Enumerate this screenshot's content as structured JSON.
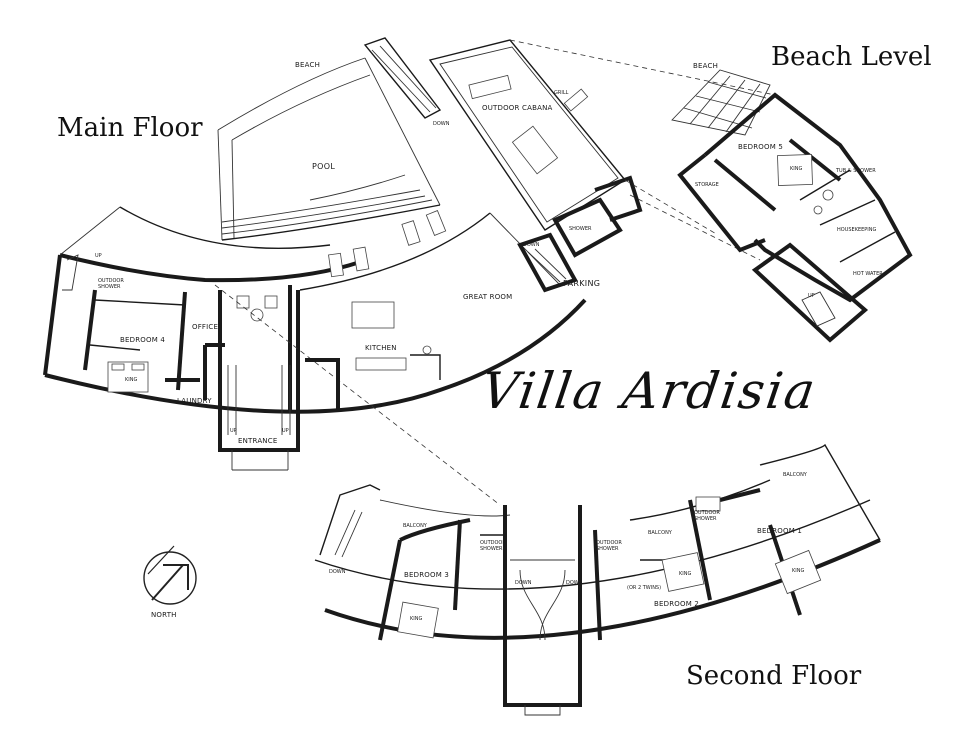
{
  "titles": {
    "main_floor": "Main Floor",
    "beach_level": "Beach Level",
    "second_floor": "Second Floor",
    "villa": "Villa Ardisia"
  },
  "main_floor": {
    "beach": "BEACH",
    "pool": "POOL",
    "outdoor_cabana": "OUTDOOR CABANA",
    "grill": "GRILL",
    "down_cabana": "DOWN",
    "down_stair": "DOWN",
    "shower": "SHOWER",
    "parking": "PARKING",
    "great_room": "GREAT ROOM",
    "kitchen": "KITCHEN",
    "office": "OFFICE",
    "bedroom": "BEDROOM 4",
    "king": "KING",
    "outdoor_shower": "OUTDOOR SHOWER",
    "laundry": "LAUNDRY",
    "entrance": "ENTRANCE",
    "up_left": "UP",
    "up_right": "UP",
    "up_top": "UP"
  },
  "beach_level": {
    "beach": "BEACH",
    "bedroom": "BEDROOM 5",
    "king": "KING",
    "storage": "STORAGE",
    "tub_shower": "TUB & SHOWER",
    "housekeeping": "HOUSEKEEPING",
    "hot_water": "HOT WATER",
    "up": "UP"
  },
  "second_floor": {
    "balcony_left": "BALCONY",
    "outdoor_shower_left": "OUTDOOR SHOWER",
    "bedroom_3": "BEDROOM 3",
    "king_3": "KING",
    "down_left": "DOWN",
    "down_mid_left": "DOWN",
    "down_mid_right": "DOWN",
    "outdoor_shower_mid": "OUTDOOR SHOWER",
    "balcony_mid": "BALCONY",
    "outdoor_shower_right": "OUTDOOR SHOWER",
    "bedroom_2": "BEDROOM 2",
    "king_2": "KING",
    "twins": "(OR 2 TWINS)",
    "bedroom_1": "BEDROOM 1",
    "king_1": "KING",
    "balcony_right": "BALCONY"
  },
  "compass": {
    "label": "NORTH"
  }
}
